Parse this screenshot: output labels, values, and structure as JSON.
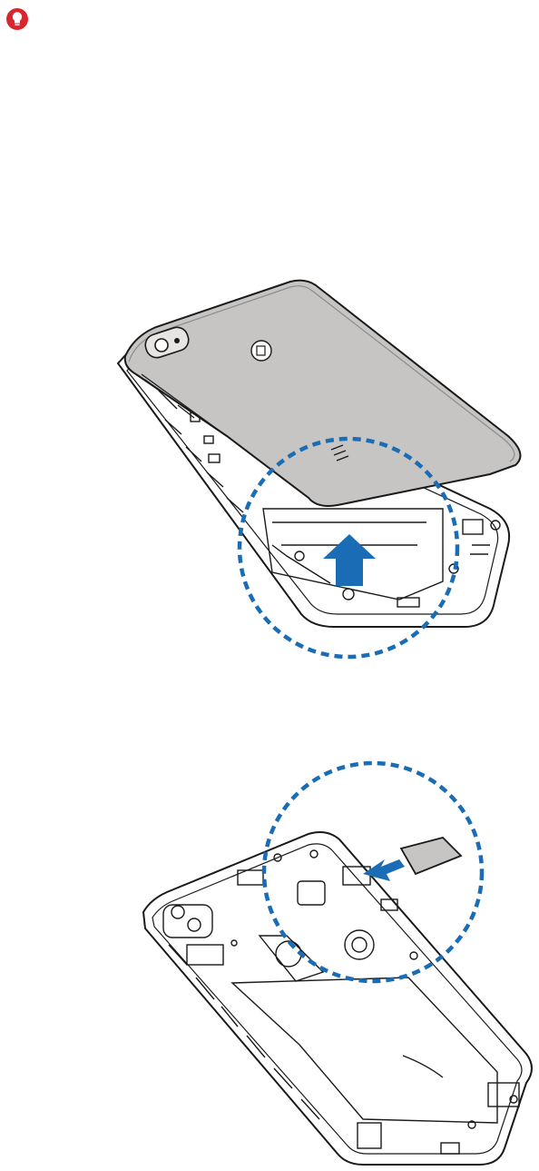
{
  "colors": {
    "tip_icon": "#d7262e",
    "callout_ring": "#1a6db5",
    "arrow": "#1a6db5",
    "back_cover": "#c7c5c3",
    "outline": "#1a1a1a"
  },
  "icons": {
    "tip": "lightbulb-icon",
    "arrow_up": "arrow-up-icon",
    "arrow_left": "arrow-left-icon"
  },
  "illustrations": [
    {
      "step": "remove-back-cover",
      "shows": [
        "phone-body",
        "back-cover",
        "magnified-callout",
        "lift-arrow"
      ]
    },
    {
      "step": "insert-sim-card",
      "shows": [
        "phone-body-open",
        "sim-card",
        "magnified-callout",
        "insert-arrow"
      ]
    }
  ]
}
